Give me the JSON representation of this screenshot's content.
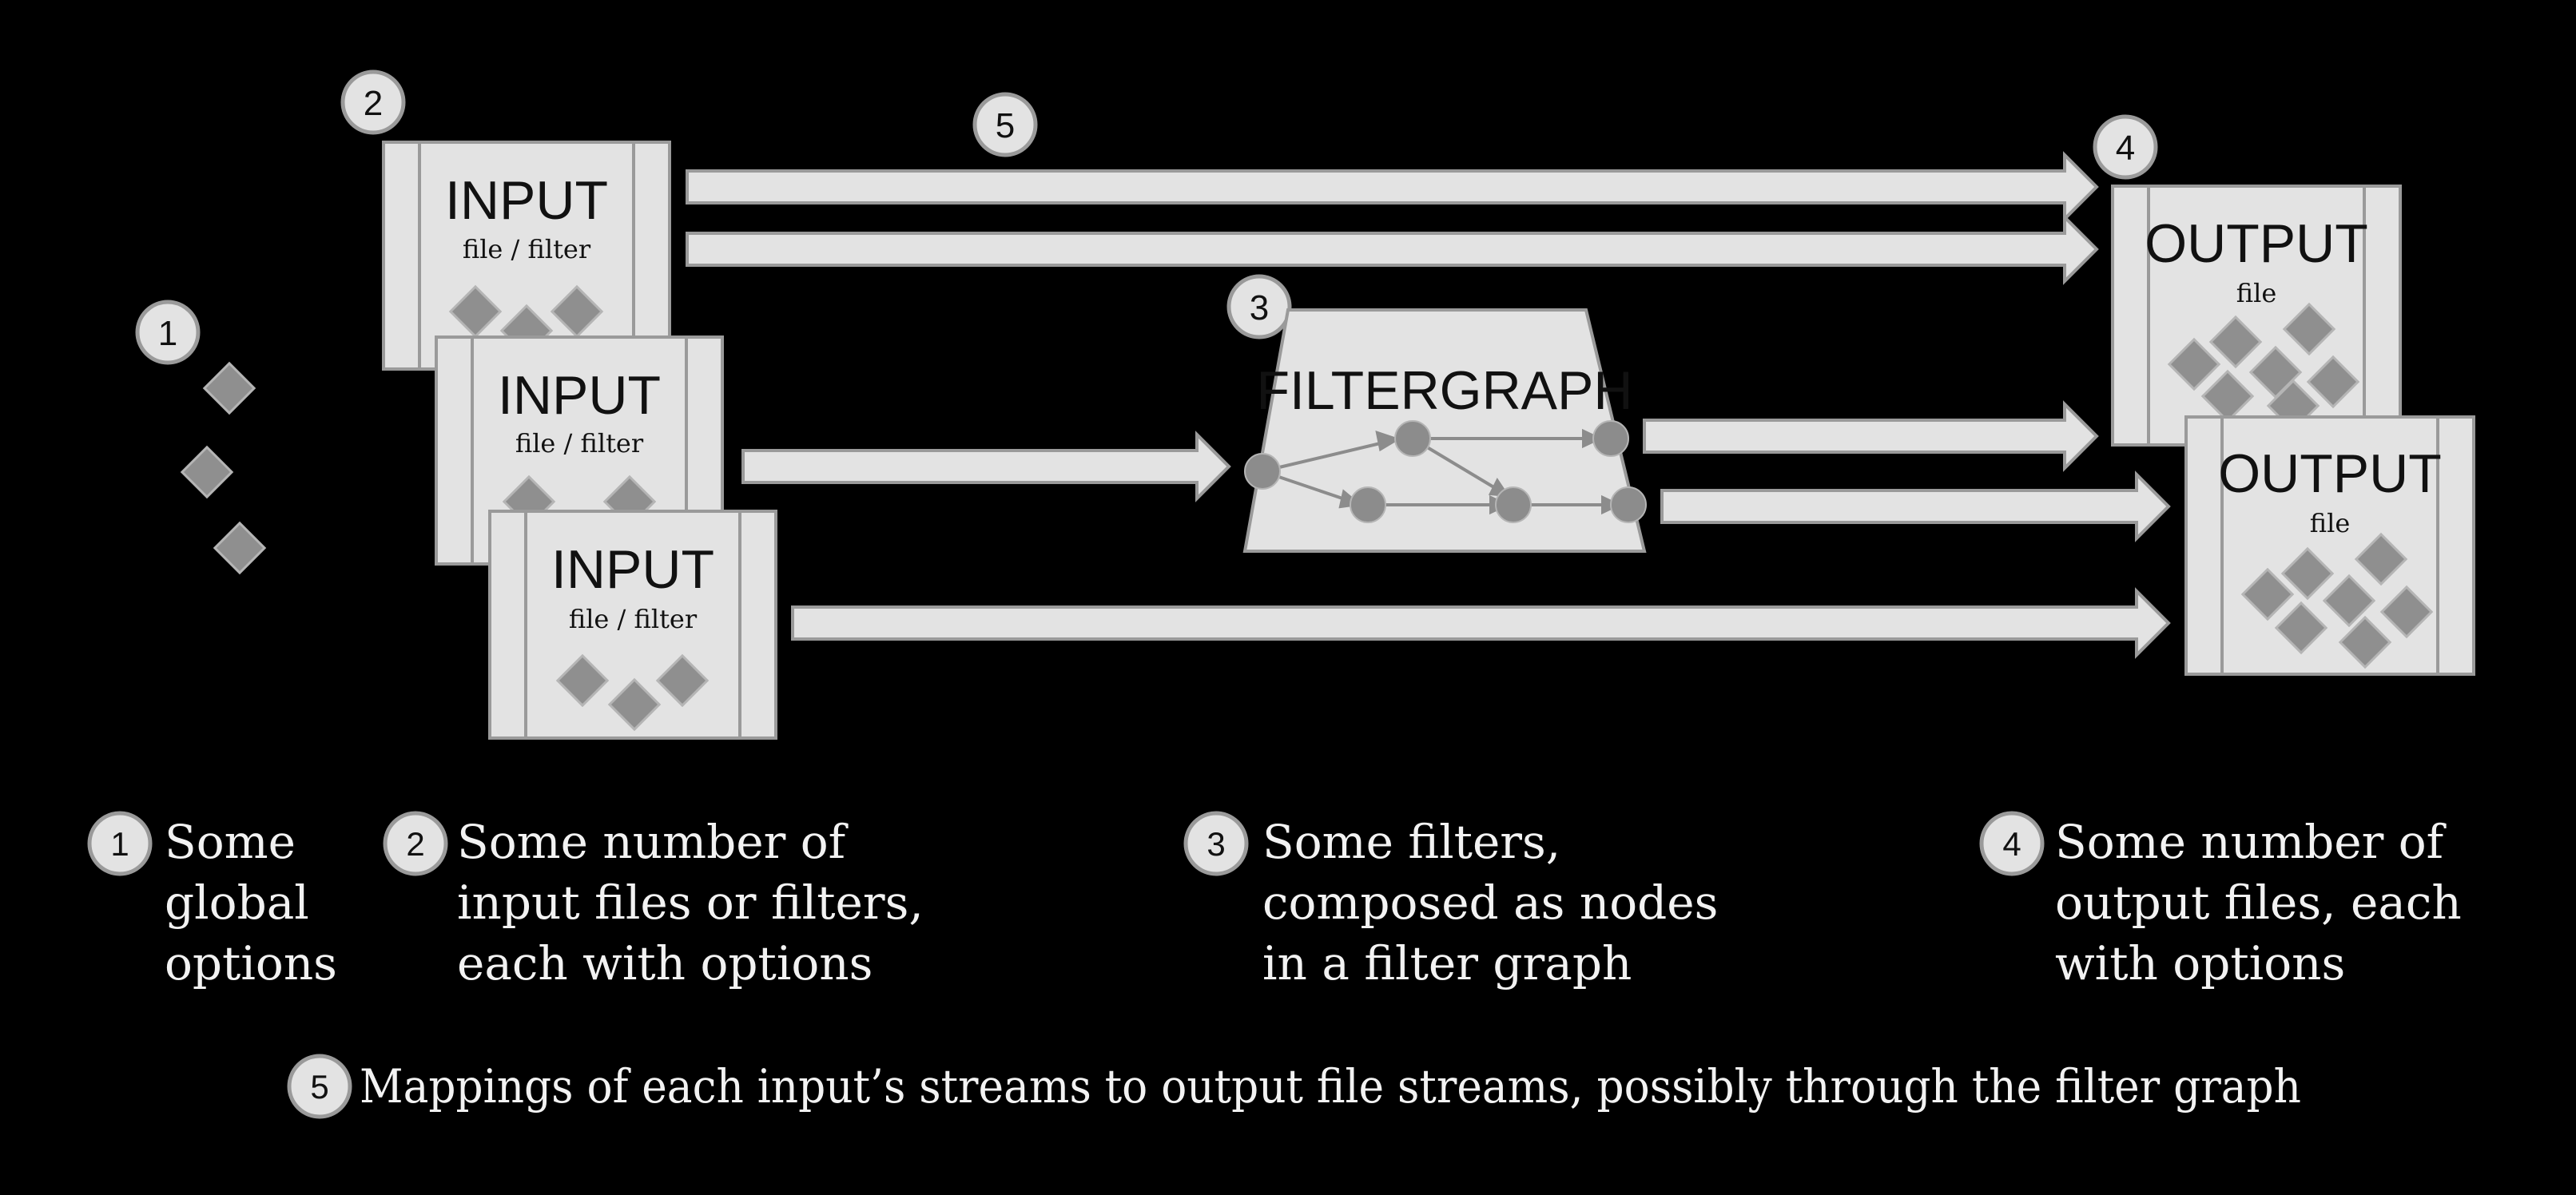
{
  "badges": {
    "b1": "1",
    "b2": "2",
    "b3": "3",
    "b4": "4",
    "b5": "5"
  },
  "inputs": [
    {
      "title": "INPUT",
      "subtitle": "file / filter"
    },
    {
      "title": "INPUT",
      "subtitle": "file / filter"
    },
    {
      "title": "INPUT",
      "subtitle": "file / filter"
    }
  ],
  "filtergraph": {
    "title": "FILTERGRAPH"
  },
  "outputs": [
    {
      "title": "OUTPUT",
      "subtitle": "file"
    },
    {
      "title": "OUTPUT",
      "subtitle": "file"
    }
  ],
  "legend": [
    {
      "num": "1",
      "lines": [
        "Some",
        "global",
        "options"
      ]
    },
    {
      "num": "2",
      "lines": [
        "Some number of",
        "input files or filters,",
        "each with options"
      ]
    },
    {
      "num": "3",
      "lines": [
        "Some filters,",
        "composed as nodes",
        "in a filter graph"
      ]
    },
    {
      "num": "4",
      "lines": [
        "Some number of",
        "output files, each",
        "with options"
      ]
    }
  ],
  "footer": {
    "num": "5",
    "text": "Mappings of each input’s streams to output file streams, possibly through the filter graph"
  },
  "colors": {
    "background": "#000000",
    "box_fill": "#e3e3e3",
    "box_stroke": "#9a9a9a",
    "diamond": "#8f8f8f",
    "node": "#8c8c8c",
    "text_light": "#f2f2f2",
    "text_dark": "#111111"
  }
}
